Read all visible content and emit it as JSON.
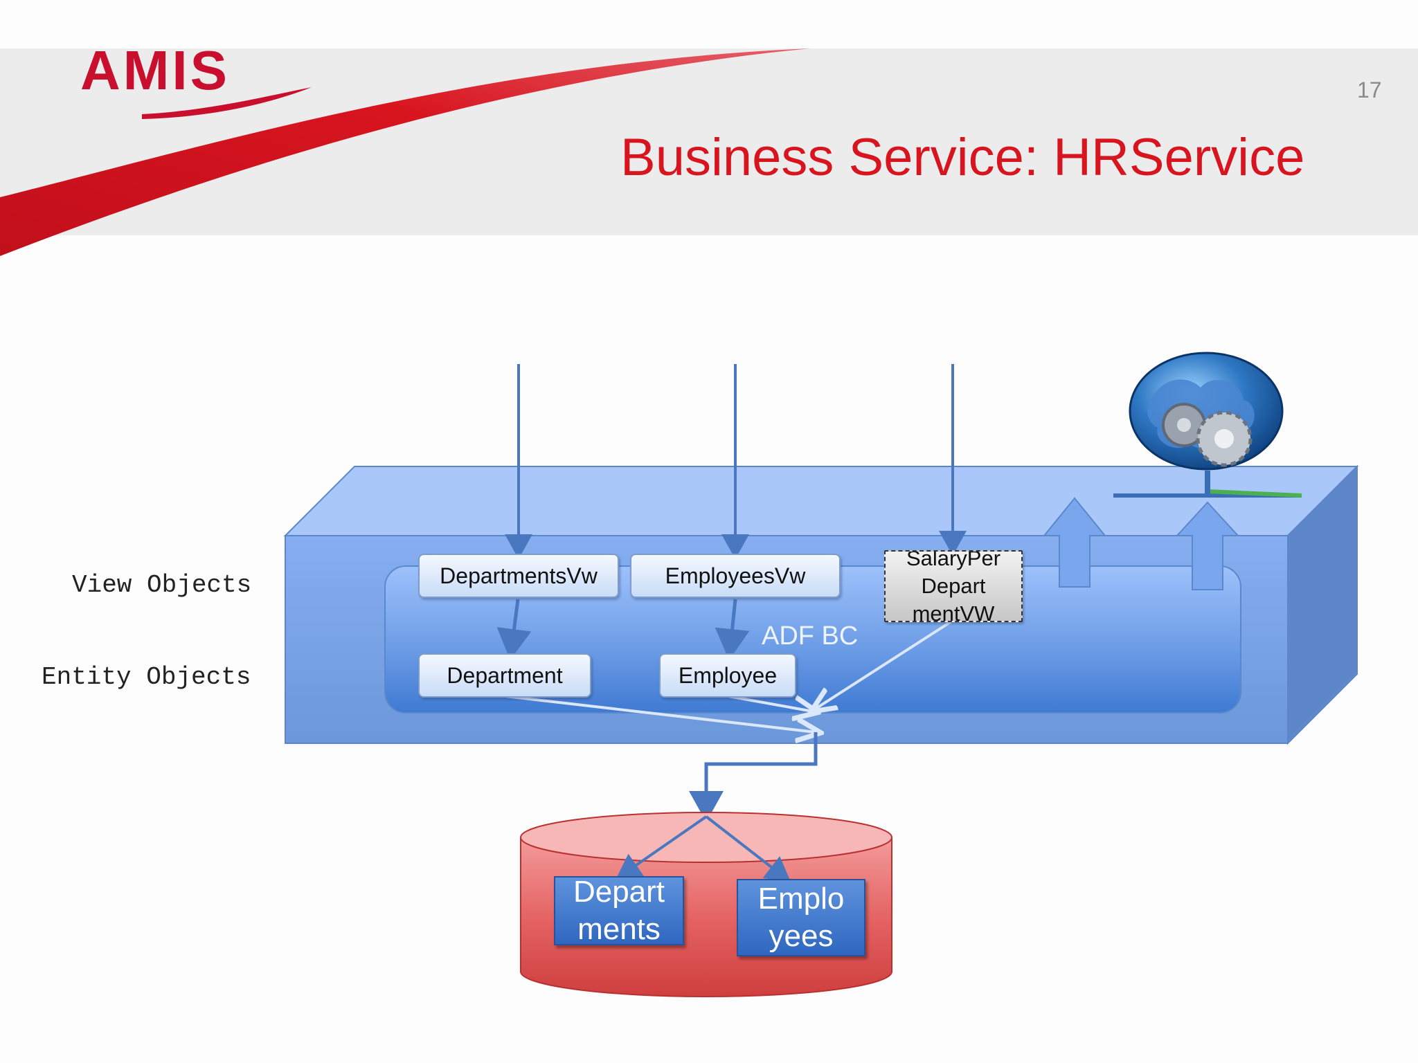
{
  "logo": {
    "text": "AMIS"
  },
  "page_number": "17",
  "title": "Business Service: HRService",
  "row_labels": {
    "view_objects": "View Objects",
    "entity_objects": "Entity Objects"
  },
  "adf_label": "ADF BC",
  "view_objects": [
    {
      "label": "DepartmentsVw"
    },
    {
      "label": "EmployeesVw"
    },
    {
      "label": "SalaryPer\nDepart\nmentVW"
    }
  ],
  "entity_objects": [
    {
      "label": "Department"
    },
    {
      "label": "Employee"
    }
  ],
  "database_tables": [
    {
      "label": "Depart\nments"
    },
    {
      "label": "Emplo\nyees"
    }
  ],
  "icons": {
    "logo_swoosh": "red-swoosh",
    "service": "globe-with-gears-icon"
  },
  "colors": {
    "brand_red": "#d8151f",
    "container_blue": "#6f9ce0",
    "database_red": "#e04b4b",
    "table_blue": "#3c74c9"
  }
}
